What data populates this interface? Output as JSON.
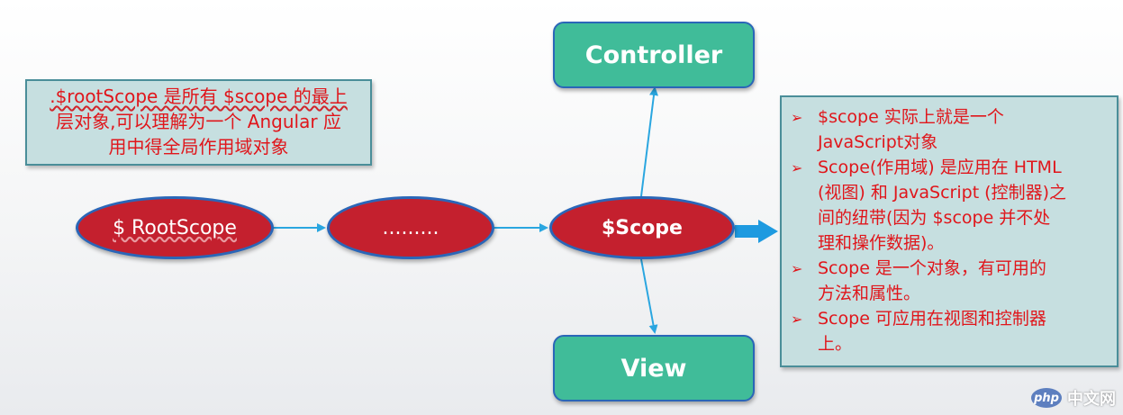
{
  "note": {
    "lines": [
      ".$rootScope 是所有 $scope 的最上",
      "层对象,可以理解为一个 Angular 应",
      "用中得全局作用域对象"
    ]
  },
  "nodes": {
    "root": "$ RootScope",
    "middle": ".........",
    "scope": "$Scope",
    "controller": "Controller",
    "view": "View"
  },
  "info": {
    "items": [
      {
        "lines": [
          "$scope 实际上就是一个",
          "JavaScript对象"
        ]
      },
      {
        "lines": [
          "Scope(作用域) 是应用在 HTML",
          "(视图) 和 JavaScript (控制器)之",
          "间的纽带(因为 $scope 并不处",
          "理和操作数据)。"
        ]
      },
      {
        "lines": [
          "Scope 是一个对象，有可用的",
          "方法和属性。"
        ]
      },
      {
        "lines": [
          "Scope 可应用在视图和控制器",
          "上。"
        ]
      }
    ],
    "bullet": "➢"
  },
  "watermark": {
    "logo": "php",
    "text": "中文网"
  },
  "colors": {
    "ellipse_fill": "#c4202e",
    "box_fill": "#40bc99",
    "note_fill": "#c6dfe0",
    "text_red": "#e0161b",
    "arrow": "#2aa6e0"
  }
}
